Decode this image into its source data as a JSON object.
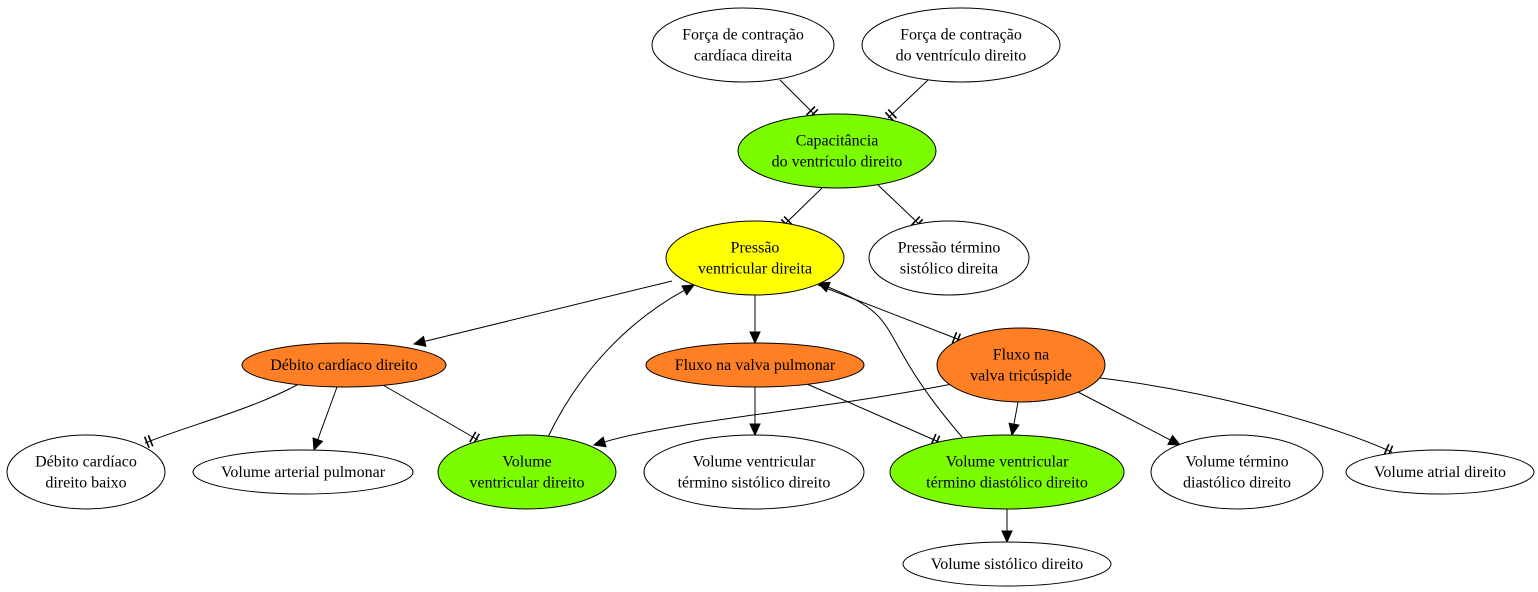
{
  "colors": {
    "green": "#7cfc00",
    "yellow": "#ffff00",
    "orange": "#ff7f24",
    "white": "#ffffff"
  },
  "nodes": {
    "forca_cardiaca": {
      "lines": [
        "Força de contração",
        "cardíaca direita"
      ],
      "fill": "white"
    },
    "forca_ventriculo": {
      "lines": [
        "Força de contração",
        "do ventrículo direito"
      ],
      "fill": "white"
    },
    "capacitancia": {
      "lines": [
        "Capacitância",
        "do ventrículo direito"
      ],
      "fill": "green"
    },
    "pressao_ventricular": {
      "lines": [
        "Pressão",
        "ventricular direita"
      ],
      "fill": "yellow"
    },
    "pressao_termino": {
      "lines": [
        "Pressão término",
        "sistólico direita"
      ],
      "fill": "white"
    },
    "debito_cardiaco": {
      "lines": [
        "Débito cardíaco direito"
      ],
      "fill": "orange"
    },
    "fluxo_pulmonar": {
      "lines": [
        "Fluxo na valva pulmonar"
      ],
      "fill": "orange"
    },
    "fluxo_tricuspide": {
      "lines": [
        "Fluxo na",
        "valva tricúspide"
      ],
      "fill": "orange"
    },
    "debito_baixo": {
      "lines": [
        "Débito cardíaco",
        "direito baixo"
      ],
      "fill": "white"
    },
    "volume_arterial": {
      "lines": [
        "Volume arterial pulmonar"
      ],
      "fill": "white"
    },
    "volume_ventricular": {
      "lines": [
        "Volume",
        "ventricular direito"
      ],
      "fill": "green"
    },
    "volume_sistolico_final": {
      "lines": [
        "Volume ventricular",
        "término sistólico direito"
      ],
      "fill": "white"
    },
    "volume_diastolico_final": {
      "lines": [
        "Volume ventricular",
        "término diastólico direito"
      ],
      "fill": "green"
    },
    "volume_termino_diastolico": {
      "lines": [
        "Volume término",
        "diastólico direito"
      ],
      "fill": "white"
    },
    "volume_atrial": {
      "lines": [
        "Volume atrial direito"
      ],
      "fill": "white"
    },
    "volume_sistolico": {
      "lines": [
        "Volume sistólico direito"
      ],
      "fill": "white"
    }
  },
  "edges": [
    {
      "from": "forca_cardiaca",
      "to": "capacitancia",
      "head": "tee"
    },
    {
      "from": "forca_ventriculo",
      "to": "capacitancia",
      "head": "tee"
    },
    {
      "from": "capacitancia",
      "to": "pressao_ventricular",
      "head": "tee"
    },
    {
      "from": "capacitancia",
      "to": "pressao_termino",
      "head": "tee"
    },
    {
      "from": "pressao_ventricular",
      "to": "debito_cardiaco",
      "head": "arrow"
    },
    {
      "from": "pressao_ventricular",
      "to": "fluxo_pulmonar",
      "head": "arrow"
    },
    {
      "from": "pressao_ventricular",
      "to": "fluxo_tricuspide",
      "head": "tee"
    },
    {
      "from": "debito_cardiaco",
      "to": "debito_baixo",
      "head": "tee"
    },
    {
      "from": "debito_cardiaco",
      "to": "volume_arterial",
      "head": "arrow"
    },
    {
      "from": "debito_cardiaco",
      "to": "volume_ventricular",
      "head": "tee"
    },
    {
      "from": "volume_ventricular",
      "to": "pressao_ventricular",
      "head": "arrow"
    },
    {
      "from": "fluxo_pulmonar",
      "to": "volume_sistolico_final",
      "head": "arrow"
    },
    {
      "from": "fluxo_pulmonar",
      "to": "volume_diastolico_final",
      "head": "tee"
    },
    {
      "from": "fluxo_tricuspide",
      "to": "volume_ventricular",
      "head": "arrow"
    },
    {
      "from": "fluxo_tricuspide",
      "to": "volume_diastolico_final",
      "head": "arrow"
    },
    {
      "from": "fluxo_tricuspide",
      "to": "volume_termino_diastolico",
      "head": "arrow"
    },
    {
      "from": "fluxo_tricuspide",
      "to": "volume_atrial",
      "head": "tee"
    },
    {
      "from": "volume_diastolico_final",
      "to": "pressao_ventricular",
      "head": "arrow"
    },
    {
      "from": "volume_diastolico_final",
      "to": "volume_sistolico",
      "head": "arrow"
    }
  ]
}
